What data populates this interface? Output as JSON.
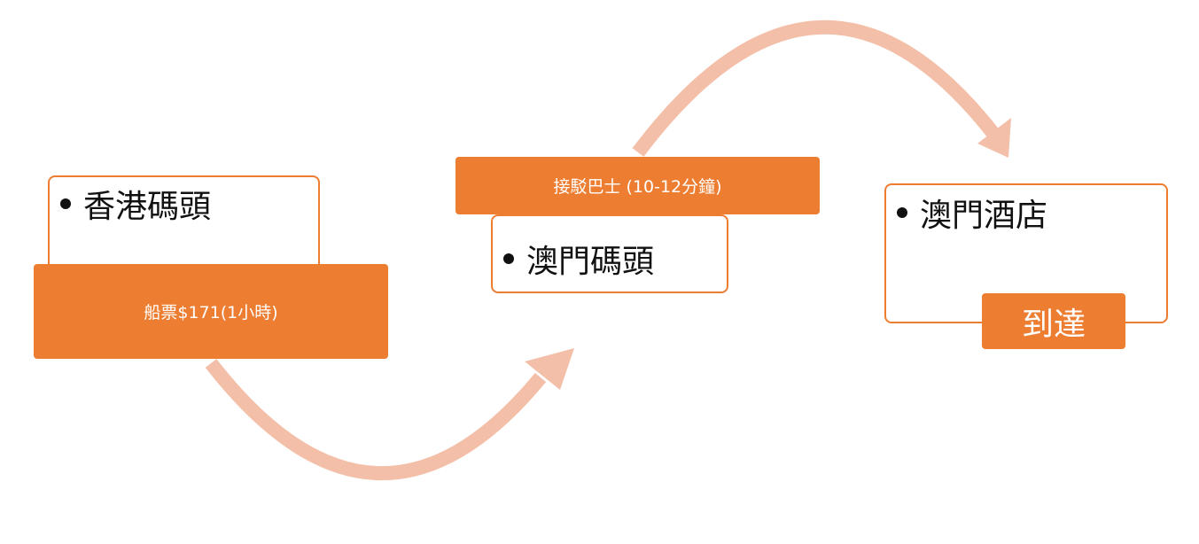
{
  "colors": {
    "accent": "#ed7d31",
    "arrow": "#f4bfa8",
    "card_fill": "#ffffff",
    "text_dark": "#111111",
    "text_light": "#ffffff"
  },
  "steps": [
    {
      "place": "香港碼頭",
      "label": "船票$171(1小時)"
    },
    {
      "place": "澳門碼頭",
      "label": "接駁巴士 (10-12分鐘)"
    },
    {
      "place": "澳門酒店",
      "label": "到達"
    }
  ]
}
